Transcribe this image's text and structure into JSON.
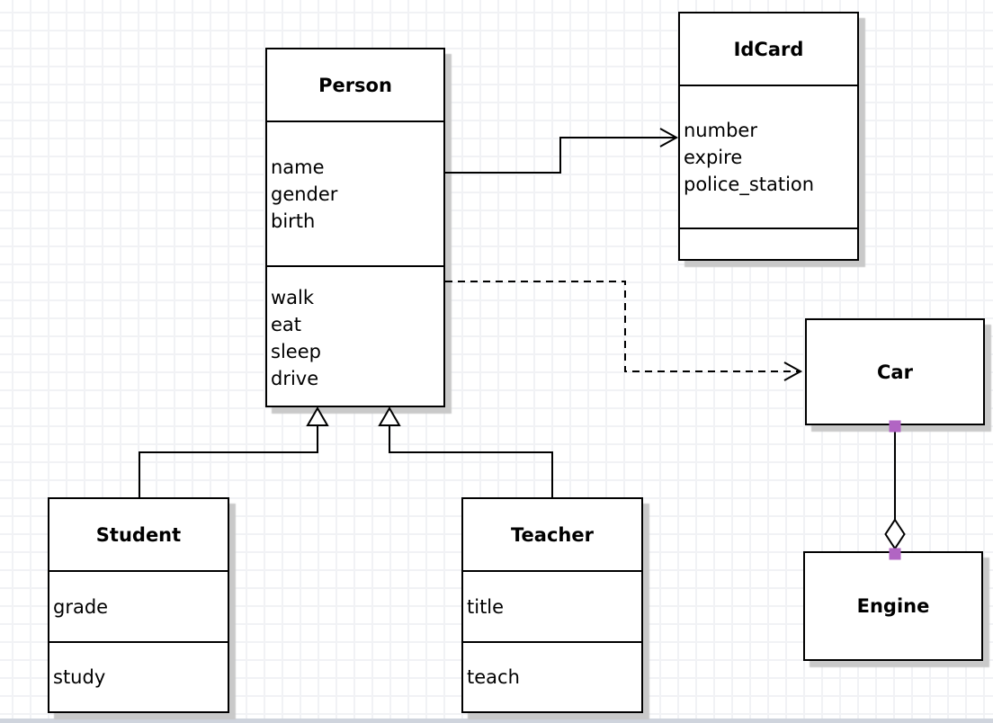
{
  "diagram": {
    "type": "uml-class-diagram",
    "classes": {
      "person": {
        "name": "Person",
        "attributes": [
          "name",
          "gender",
          "birth"
        ],
        "methods": [
          "walk",
          "eat",
          "sleep",
          "drive"
        ]
      },
      "idcard": {
        "name": "IdCard",
        "attributes": [
          "number",
          "expire",
          "police_station"
        ],
        "methods": []
      },
      "student": {
        "name": "Student",
        "attributes": [
          "grade"
        ],
        "methods": [
          "study"
        ]
      },
      "teacher": {
        "name": "Teacher",
        "attributes": [
          "title"
        ],
        "methods": [
          "teach"
        ]
      },
      "car": {
        "name": "Car"
      },
      "engine": {
        "name": "Engine"
      }
    },
    "relationships": [
      {
        "from": "Person",
        "to": "IdCard",
        "type": "association",
        "line": "solid",
        "end_marker": "open-arrow"
      },
      {
        "from": "Person",
        "to": "Car",
        "type": "dependency",
        "line": "dashed",
        "end_marker": "open-arrow"
      },
      {
        "from": "Student",
        "to": "Person",
        "type": "generalization",
        "line": "solid",
        "end_marker": "hollow-triangle"
      },
      {
        "from": "Teacher",
        "to": "Person",
        "type": "generalization",
        "line": "solid",
        "end_marker": "hollow-triangle"
      },
      {
        "from": "Car",
        "to": "Engine",
        "type": "aggregation",
        "line": "solid",
        "end_marker": "hollow-diamond",
        "endpoint_handles": 2
      }
    ],
    "colors": {
      "stroke": "#000000",
      "box_fill": "#ffffff",
      "shadow": "#c9c9c9",
      "grid_line": "#f1f2f5",
      "endpoint_handle": "#b165c3",
      "bottom_edge_bar": "#cfd4dd"
    }
  }
}
